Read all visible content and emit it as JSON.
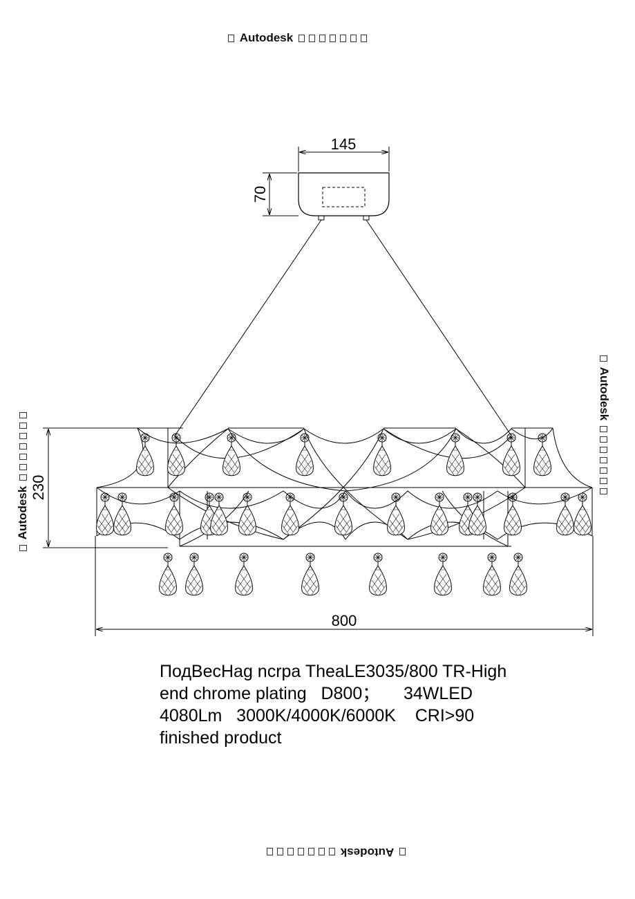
{
  "watermark": {
    "text": "Autodesk"
  },
  "dimensions": {
    "canopy_width": "145",
    "canopy_height": "70",
    "body_height": "230",
    "overall_width": "800"
  },
  "caption": {
    "line1": "ПодВесНаg ncrpa TheaLE3035/800 TR-High",
    "line2": "end chrome plating   D800；     34WLED",
    "line3": "4080Lm   3000K/4000K/6000K    CRI>90",
    "line4": "finished product"
  }
}
